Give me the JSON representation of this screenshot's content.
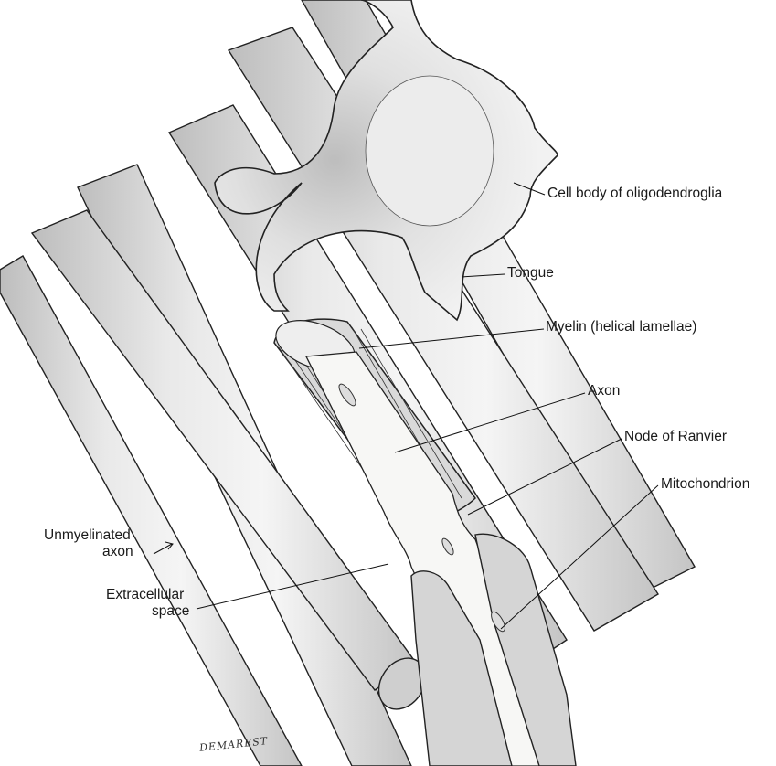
{
  "labels": {
    "cell_body": "Cell body of oligodendroglia",
    "tongue": "Tongue",
    "myelin": "Myelin (helical lamellae)",
    "axon": "Axon",
    "node": "Node of Ranvier",
    "mitochondrion": "Mitochondrion",
    "unmyelinated_line1": "Unmyelinated",
    "unmyelinated_line2": "axon",
    "extracellular_line1": "Extracellular",
    "extracellular_line2": "space"
  },
  "signature": "DEMAREST",
  "colors": {
    "fiber_fill": "#dcdcdc",
    "fiber_highlight": "#f4f4f4",
    "outline": "#222222",
    "axon_fill": "#f7f7f5"
  }
}
